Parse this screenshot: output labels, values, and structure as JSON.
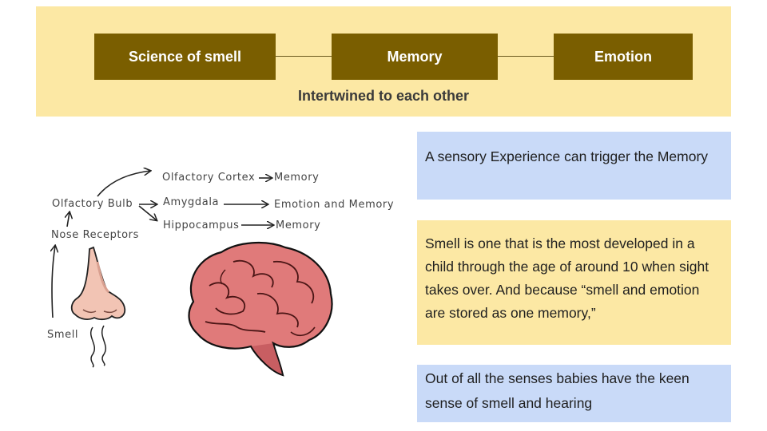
{
  "banner": {
    "topics": [
      "Science of smell",
      "Memory",
      "Emotion"
    ],
    "subtitle": "Intertwined to each other"
  },
  "diagram": {
    "labels": {
      "olfactory_cortex": "Olfactory Cortex",
      "memory_1": "Memory",
      "olfactory_bulb": "Olfactory Bulb",
      "amygdala": "Amygdala",
      "emotion_and_memory": "Emotion and Memory",
      "hippocampus": "Hippocampus",
      "memory_2": "Memory",
      "nose_receptors": "Nose Receptors",
      "smell": "Smell"
    },
    "illustrations": [
      "nose-illustration",
      "brain-illustration"
    ]
  },
  "notes": [
    {
      "text": "A sensory Experience can trigger the Memory",
      "color": "#c9daf8"
    },
    {
      "text": "Smell is  one that is the most developed in a child through the age of around 10 when sight takes over. And because “smell and emotion are stored as one memory,”",
      "color": "#fce8a4"
    },
    {
      "text": "Out of all the senses babies have the keen sense of  smell and hearing",
      "color": "#c9daf8"
    }
  ],
  "colors": {
    "banner_bg": "#fce8a4",
    "topic_box": "#7a5e00",
    "note_blue": "#c9daf8",
    "note_yellow": "#fce8a4",
    "brain": "#e07a7a"
  }
}
